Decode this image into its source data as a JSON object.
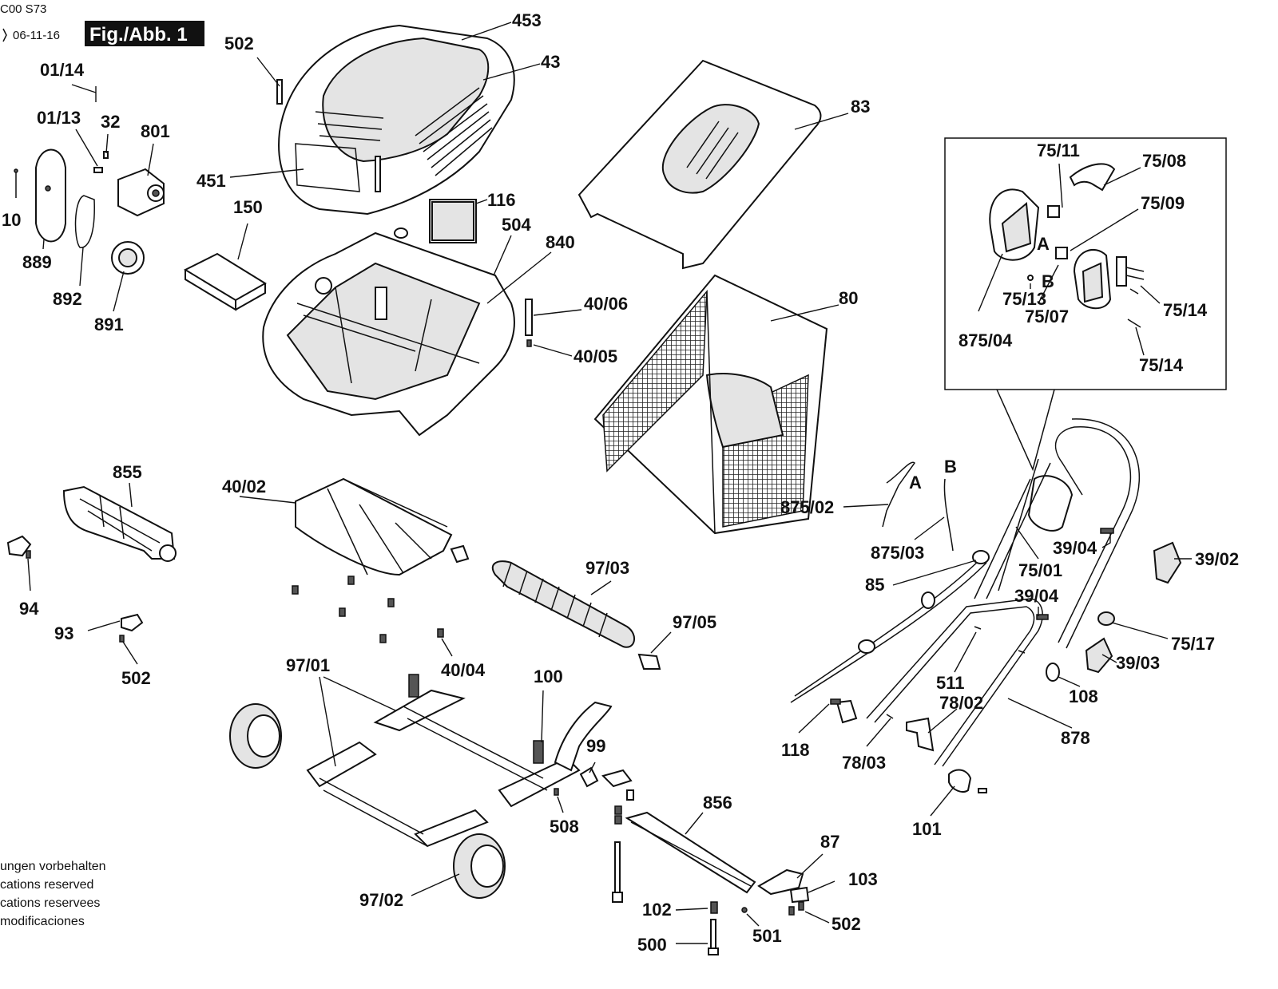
{
  "header": {
    "model_code": "C00 S73",
    "date": "06-11-16",
    "figure_label": "Fig./Abb. 1"
  },
  "disclaimer": [
    "ungen vorbehalten",
    "cations reserved",
    "cations reservees",
    " modificaciones"
  ],
  "detail_inset_letters": {
    "a": "A",
    "b": "B"
  },
  "cable_letters": {
    "a": "A",
    "b": "B"
  },
  "part_labels": [
    "453",
    "43",
    "502",
    "01/14",
    "01/13",
    "32",
    "801",
    "451",
    "10",
    "889",
    "892",
    "891",
    "150",
    "116",
    "504",
    "840",
    "40/06",
    "40/05",
    "83",
    "80",
    "75/11",
    "75/08",
    "75/09",
    "75/13",
    "75/07",
    "75/14",
    "75/14",
    "875/04",
    "855",
    "94",
    "93",
    "502",
    "40/02",
    "97/03",
    "97/05",
    "40/04",
    "97/01",
    "100",
    "99",
    "508",
    "856",
    "97/02",
    "102",
    "500",
    "501",
    "87",
    "103",
    "502",
    "875/02",
    "875/03",
    "85",
    "75/01",
    "39/04",
    "39/02",
    "39/04",
    "75/17",
    "39/03",
    "108",
    "511",
    "78/02",
    "878",
    "118",
    "78/03",
    "101"
  ]
}
